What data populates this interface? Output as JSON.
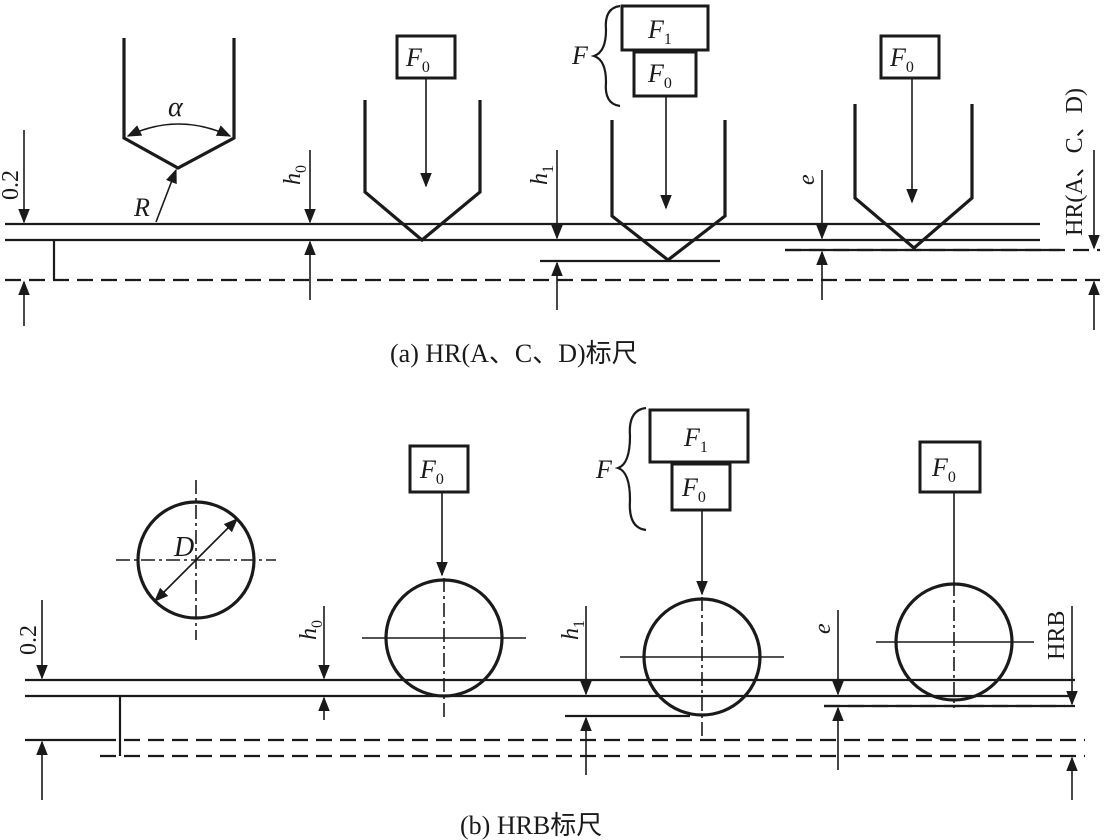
{
  "panel_a": {
    "caption": "(a) HR(A、C、D)标尺",
    "angle_label": "α",
    "radius_label": "R",
    "dim_02": "0.2",
    "h0": "h",
    "h0_sub": "0",
    "h1": "h",
    "h1_sub": "1",
    "e": "e",
    "scale_label": "HR(A、C、D)",
    "force_F": "F",
    "F0": "F",
    "F0_sub": "0",
    "F1": "F",
    "F1_sub": "1"
  },
  "panel_b": {
    "caption": "(b) HRB标尺",
    "diameter_label": "D",
    "dim_02": "0.2",
    "h0": "h",
    "h0_sub": "0",
    "h1": "h",
    "h1_sub": "1",
    "e": "e",
    "scale_label": "HRB",
    "force_F": "F",
    "F0": "F",
    "F0_sub": "0",
    "F1": "F",
    "F1_sub": "1"
  }
}
